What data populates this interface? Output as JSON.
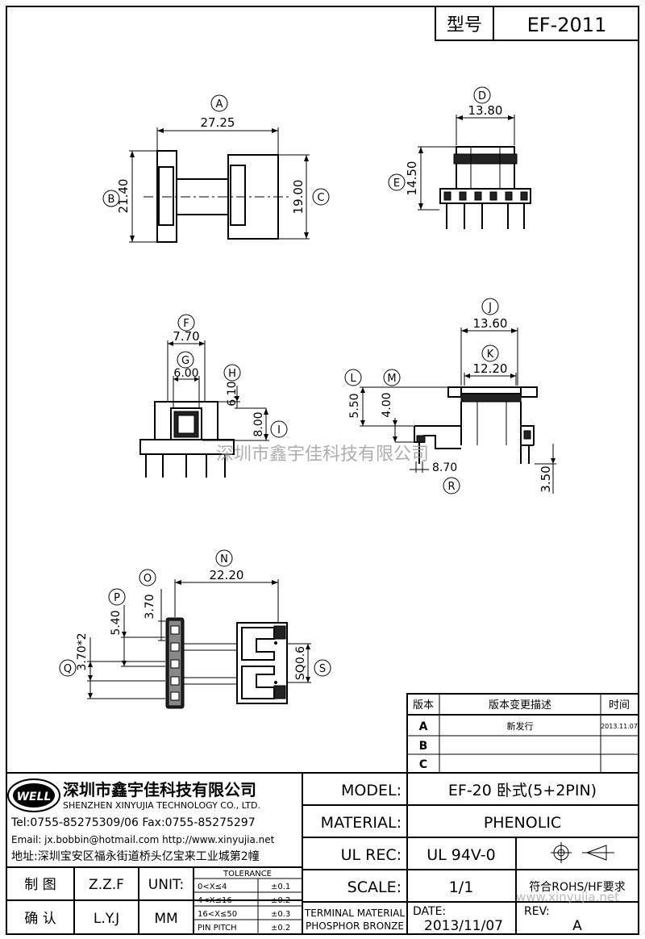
{
  "header": {
    "model_label": "型号",
    "model_value": "EF-2011"
  },
  "dimensions": [
    {
      "id": "A",
      "value": "27.25"
    },
    {
      "id": "B",
      "value": "21.40"
    },
    {
      "id": "C",
      "value": "19.00"
    },
    {
      "id": "D",
      "value": "13.80"
    },
    {
      "id": "E",
      "value": "14.50"
    },
    {
      "id": "F",
      "value": "7.70"
    },
    {
      "id": "G",
      "value": "6.00"
    },
    {
      "id": "H",
      "value": "6.10"
    },
    {
      "id": "I",
      "value": "8.00"
    },
    {
      "id": "J",
      "value": "13.60"
    },
    {
      "id": "K",
      "value": "12.20"
    },
    {
      "id": "L",
      "value": "5.50"
    },
    {
      "id": "M",
      "value": "4.00"
    },
    {
      "id": "N",
      "value": "22.20"
    },
    {
      "id": "O",
      "value": "3.70"
    },
    {
      "id": "P",
      "value": "5.40"
    },
    {
      "id": "Q",
      "value": "3.70*2"
    },
    {
      "id": "R",
      "value": "8.70"
    },
    {
      "id": "S",
      "value": "SQ0.6"
    },
    {
      "id": "T",
      "value": "3.50"
    }
  ],
  "watermarks": {
    "center": "深圳市鑫宇佳科技有限公司",
    "url": "www.xinyujia.net"
  },
  "revision_table": {
    "headers": [
      "版本",
      "版本变更描述",
      "时间"
    ],
    "rows": [
      {
        "version": "A",
        "description": "新发行",
        "date": "2013.11.07"
      },
      {
        "version": "B",
        "description": "",
        "date": ""
      },
      {
        "version": "C",
        "description": "",
        "date": ""
      }
    ]
  },
  "company": {
    "logo_text": "WELL",
    "name_cn": "深圳市鑫宇佳科技有限公司",
    "name_en": "SHENZHEN XINYUJIA TECHNOLOGY CO., LTD.",
    "tel_fax": "Tel:0755-85275309/06   Fax:0755-85275297",
    "email_web": "Email: jx.bobbin@hotmail.com  http://www.xinyujia.net",
    "address": "地址:深圳宝安区福永街道桥头亿宝来工业城第2幢"
  },
  "info": {
    "model_label": "MODEL:",
    "model_value": "EF-20 卧式(5+2PIN)",
    "material_label": "MATERIAL:",
    "material_value": "PHENOLIC",
    "ulrec_label": "UL REC:",
    "ulrec_value": "UL 94V-0",
    "scale_label": "SCALE:",
    "scale_value": "1/1",
    "rohs": "符合ROHS/HF要求",
    "terminal_material": "TERMINAL MATERIAL",
    "terminal_value": "PHOSPHOR BRONZE",
    "date_label": "DATE:",
    "date_value": "2013/11/07",
    "rev_label": "REV:",
    "rev_value": "A"
  },
  "signoff": {
    "draw_label": "制 图",
    "draw_value": "Z.Z.F",
    "check_label": "确 认",
    "check_value": "L.Y.J",
    "unit_label": "UNIT:",
    "unit_value": "MM"
  },
  "tolerance": {
    "title": "TOLERANCE",
    "rows": [
      {
        "range": "0<X≤4",
        "value": "±0.1"
      },
      {
        "range": "4<X≤16",
        "value": "±0.2"
      },
      {
        "range": "16<X≤50",
        "value": "±0.3"
      },
      {
        "range": "PIN PITCH",
        "value": "±0.2"
      }
    ]
  }
}
